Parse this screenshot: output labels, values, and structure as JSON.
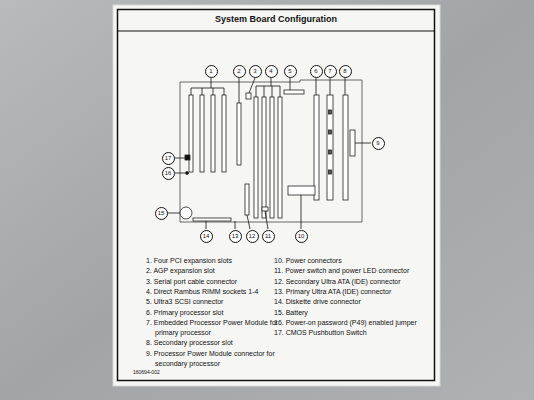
{
  "diagram": {
    "title": "System Board Configuration",
    "labels": [
      "1",
      "2",
      "3",
      "4",
      "5",
      "6",
      "7",
      "8",
      "9",
      "17",
      "16",
      "15",
      "14",
      "13",
      "12",
      "11",
      "10",
      "1. Four PCI expansion slots",
      "2. AGP expansion slot",
      "3. Serial port cable connector",
      "4. Direct Rambus RIMM sockets 1-4",
      "5. Ultra3 SCSI connector",
      "6. Primary processor slot",
      "7. Embedded Processor Power Module for primary processor",
      "8. Secondary processor slot",
      "9. Processor Power Module connector for secondary processor",
      "10. Power connectors",
      "11. Power switch and power LED connector",
      "12. Secondary Ultra ATA (IDE) connector",
      "13. Primary Ultra ATA (IDE) connector",
      "14. Diskette drive connector",
      "15. Battery",
      "16. Power-on password (P49) enabled jumper",
      "17. CMOS Pushbutton Switch",
      "160694-002"
    ]
  }
}
